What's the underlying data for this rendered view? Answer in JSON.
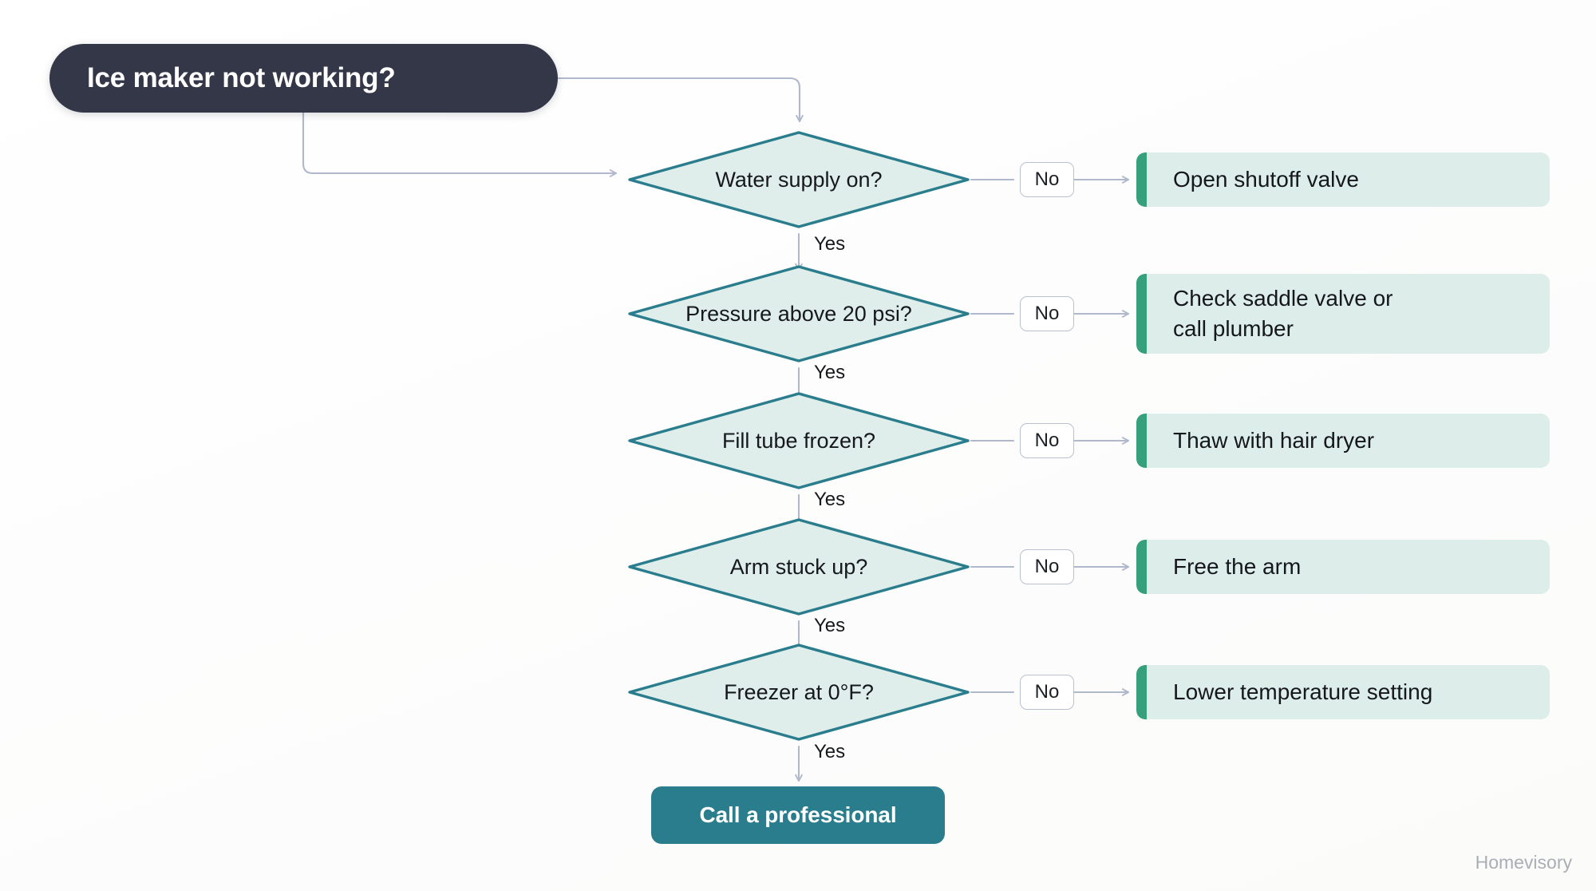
{
  "meta": {
    "watermark": "Homevisory",
    "colors": {
      "background": "#fdfdfc",
      "root_pill": "#333748",
      "diamond_stroke": "#2a7d8c",
      "diamond_fill": "#dfeeeb",
      "card_bg": "#ddeeea",
      "card_accent": "#36a07d",
      "terminal_bg": "#2a7d8c",
      "connector": "#b0b8cb",
      "text_dark": "#16181d",
      "text_light": "#ffffff",
      "watermark_text": "#a9adb5"
    }
  },
  "root": {
    "label": "Ice maker not working?",
    "shape": "rounded-pill"
  },
  "branch_labels": {
    "no": "No",
    "yes": "Yes"
  },
  "flow": {
    "steps": [
      {
        "id": "water-supply",
        "question": "Water supply on?",
        "no_label": "No",
        "yes_label": "Yes",
        "outcome": "Open shutoff valve",
        "outcome_lines": 1
      },
      {
        "id": "pressure",
        "question": "Pressure above 20 psi?",
        "no_label": "No",
        "yes_label": "Yes",
        "outcome": "Check saddle valve or call plumber",
        "outcome_line_1": "Check saddle valve or",
        "outcome_line_2": "call plumber",
        "outcome_lines": 2
      },
      {
        "id": "fill-tube",
        "question": "Fill tube frozen?",
        "no_label": "No",
        "yes_label": "Yes",
        "outcome": "Thaw with hair dryer",
        "outcome_lines": 1
      },
      {
        "id": "arm-stuck",
        "question": "Arm stuck up?",
        "no_label": "No",
        "yes_label": "Yes",
        "outcome": "Free the arm",
        "outcome_lines": 1
      },
      {
        "id": "freezer-temp",
        "question": "Freezer at 0°F?",
        "no_label": "No",
        "yes_label": "Yes",
        "outcome": "Lower temperature setting",
        "outcome_lines": 1
      }
    ],
    "terminal": {
      "label": "Call a professional",
      "entry_label": "Yes"
    }
  }
}
